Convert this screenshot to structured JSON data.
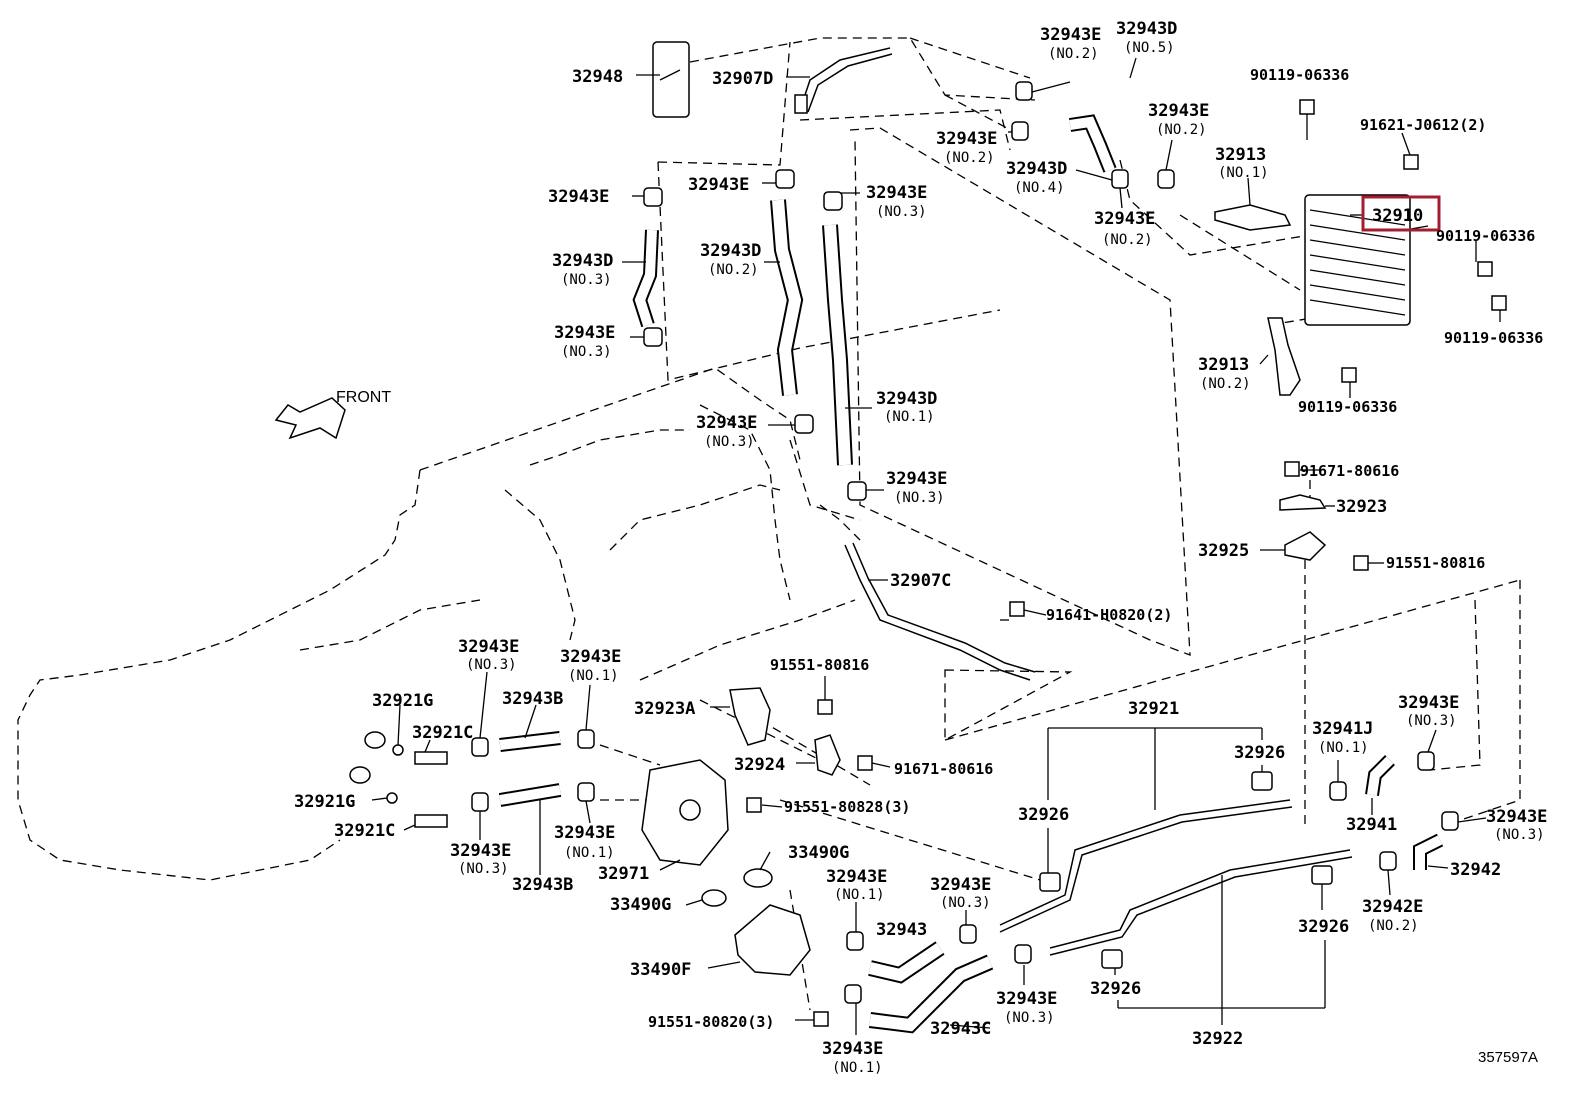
{
  "diagram": {
    "front_label": "FRONT",
    "ref_code": "357597A",
    "highlight_color": "#a51c30",
    "labels": {
      "p32948": "32948",
      "p32907D": "32907D",
      "p32943E_no2_top": "32943E",
      "p32943E_no2_top_sub": "(NO.2)",
      "p32943D_no5": "32943D",
      "p32943D_no5_sub": "(NO.5)",
      "p32943E_no2_b": "32943E",
      "p32943E_no2_b_sub": "(NO.2)",
      "p32943E_no2_c": "32943E",
      "p32943E_no2_c_sub": "(NO.2)",
      "p32943D_no4": "32943D",
      "p32943D_no4_sub": "(NO.4)",
      "p32943E_no2_d": "32943E",
      "p32943E_no2_d_sub": "(NO.2)",
      "p90119_a": "90119-06336",
      "p91621": "91621-J0612(2)",
      "p32913_no1": "32913",
      "p32913_no1_sub": "(NO.1)",
      "p32910": "32910",
      "p90119_b": "90119-06336",
      "p90119_c": "90119-06336",
      "p32913_no2": "32913",
      "p32913_no2_sub": "(NO.2)",
      "p90119_d": "90119-06336",
      "p32943E_left1": "32943E",
      "p32943D_no3": "32943D",
      "p32943D_no3_sub": "(NO.3)",
      "p32943E_no3_a": "32943E",
      "p32943E_no3_a_sub": "(NO.3)",
      "p32943E_mid": "32943E",
      "p32943D_no2": "32943D",
      "p32943D_no2_sub": "(NO.2)",
      "p32943E_no3_b": "32943E",
      "p32943E_no3_b_sub": "(NO.3)",
      "p32943D_no1": "32943D",
      "p32943D_no1_sub": "(NO.1)",
      "p32943E_no3_c": "32943E",
      "p32943E_no3_c_sub": "(NO.3)",
      "p32943E_no3_d": "32943E",
      "p32943E_no3_d_sub": "(NO.3)",
      "p32907C": "32907C",
      "p91641": "91641-H0820(2)",
      "p91671_a": "91671-80616",
      "p32923": "32923",
      "p32925": "32925",
      "p91551_a": "91551-80816",
      "p32943E_no3_e": "32943E",
      "p32943E_no3_e_sub": "(NO.3)",
      "p32943E_no1_a": "32943E",
      "p32943E_no1_a_sub": "(NO.1)",
      "p32921G_a": "32921G",
      "p32921C_a": "32921C",
      "p32943B_a": "32943B",
      "p91551_b": "91551-80816",
      "p32923A": "32923A",
      "p32924": "32924",
      "p91671_b": "91671-80616",
      "p32921": "32921",
      "p32926_a": "32926",
      "p32941J": "32941J",
      "p32941J_sub": "(NO.1)",
      "p32943E_no3_f": "32943E",
      "p32943E_no3_f_sub": "(NO.3)",
      "p32921G_b": "32921G",
      "p32921C_b": "32921C",
      "p91551_c": "91551-80828(3)",
      "p32943E_no1_b": "32943E",
      "p32943E_no1_b_sub": "(NO.1)",
      "p32943E_no3_g": "32943E",
      "p32943E_no3_g_sub": "(NO.3)",
      "p32943B_b": "32943B",
      "p32926_b": "32926",
      "p32941": "32941",
      "p32943E_no3_h": "32943E",
      "p32943E_no3_h_sub": "(NO.3)",
      "p32942": "32942",
      "p32971": "32971",
      "p33490G_a": "33490G",
      "p33490G_b": "33490G",
      "p32943E_no1_c": "32943E",
      "p32943E_no1_c_sub": "(NO.1)",
      "p32943E_no3_i": "32943E",
      "p32943E_no3_i_sub": "(NO.3)",
      "p32942E": "32942E",
      "p32942E_sub": "(NO.2)",
      "p32943": "32943",
      "p32926_c": "32926",
      "p33490F": "33490F",
      "p32926_d": "32926",
      "p91551_d": "91551-80820(3)",
      "p32943C": "32943C",
      "p32943E_no3_j": "32943E",
      "p32943E_no3_j_sub": "(NO.3)",
      "p32922": "32922",
      "p32943E_no1_d": "32943E",
      "p32943E_no1_d_sub": "(NO.1)"
    }
  }
}
